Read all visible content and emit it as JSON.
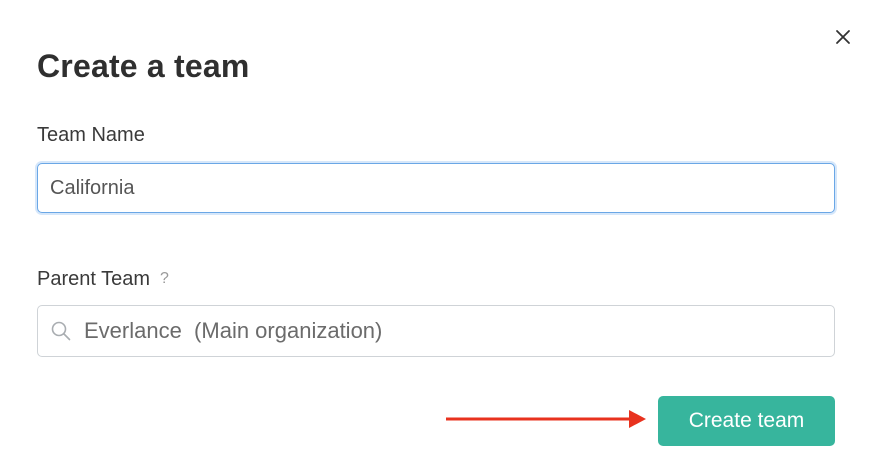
{
  "dialog": {
    "title": "Create a team",
    "close_icon": "close-icon"
  },
  "form": {
    "team_name": {
      "label": "Team Name",
      "value": "California"
    },
    "parent_team": {
      "label": "Parent Team",
      "help": "?",
      "value": "Everlance  (Main organization)",
      "icon": "search-icon"
    }
  },
  "actions": {
    "create_label": "Create team",
    "create_color": "#37b59d",
    "arrow_color": "#e8321e"
  }
}
